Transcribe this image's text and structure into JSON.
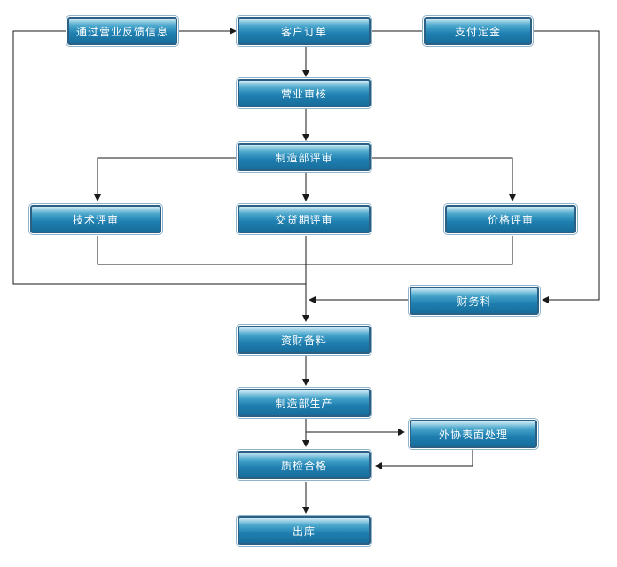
{
  "nodes": {
    "feedback": "通过营业反馈信息",
    "customer_order": "客户订单",
    "deposit": "支付定金",
    "sales_review": "营业审核",
    "mfg_review": "制造部评审",
    "tech_review": "技术评审",
    "delivery_review": "交货期评审",
    "price_review": "价格评审",
    "finance": "财务科",
    "materials": "资财备料",
    "production": "制造部生产",
    "outsourced": "外协表面处理",
    "qc": "质检合格",
    "warehouse": "出库"
  },
  "colors": {
    "node_border": "#2c5f84",
    "node_fill": "#1f7fb0",
    "connector": "#1a1a1a",
    "arrow": "#1a1a1a"
  }
}
